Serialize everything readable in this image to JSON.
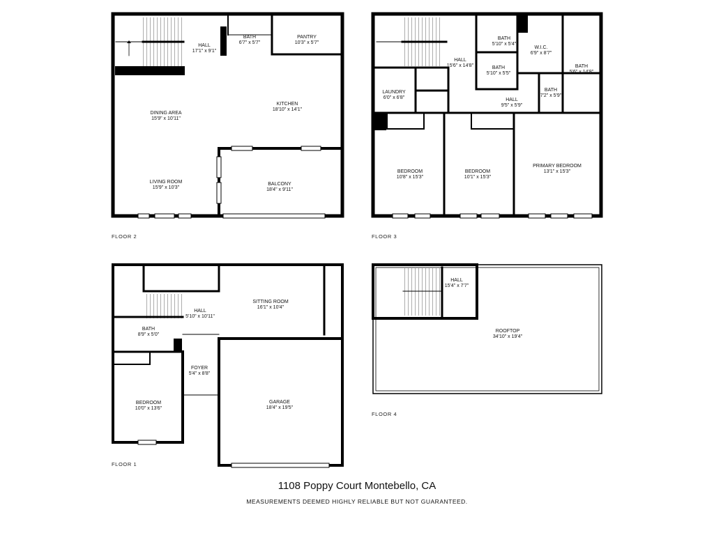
{
  "address": "1108 Poppy Court Montebello, CA",
  "disclaimer": "MEASUREMENTS DEEMED HIGHLY RELIABLE BUT NOT GUARANTEED.",
  "floors": {
    "floor2": {
      "label": "FLOOR 2",
      "rooms": [
        {
          "name": "HALL",
          "size": "17'1\" x 9'1\""
        },
        {
          "name": "BATH",
          "size": "6'7\" x 5'7\""
        },
        {
          "name": "PANTRY",
          "size": "10'3\" x 5'7\""
        },
        {
          "name": "DINING AREA",
          "size": "15'9\" x 10'11\""
        },
        {
          "name": "KITCHEN",
          "size": "18'10\" x 14'1\""
        },
        {
          "name": "LIVING ROOM",
          "size": "15'9\" x 10'3\""
        },
        {
          "name": "BALCONY",
          "size": "18'4\" x 9'11\""
        }
      ]
    },
    "floor3": {
      "label": "FLOOR 3",
      "rooms": [
        {
          "name": "HALL",
          "size": "15'6\" x 14'8\""
        },
        {
          "name": "BATH",
          "size": "5'10\" x 5'4\""
        },
        {
          "name": "W.I.C.",
          "size": "6'9\" x 8'7\""
        },
        {
          "name": "BATH",
          "size": "5'6\" x 14'8\""
        },
        {
          "name": "BATH",
          "size": "5'10\" x 5'5\""
        },
        {
          "name": "LAUNDRY",
          "size": "6'0\" x 6'8\""
        },
        {
          "name": "BATH",
          "size": "7'2\" x 5'9\""
        },
        {
          "name": "HALL",
          "size": "9'5\" x 5'9\""
        },
        {
          "name": "BEDROOM",
          "size": "10'8\" x 15'3\""
        },
        {
          "name": "BEDROOM",
          "size": "10'1\" x 15'3\""
        },
        {
          "name": "PRIMARY BEDROOM",
          "size": "13'1\" x 15'3\""
        }
      ]
    },
    "floor1": {
      "label": "FLOOR 1",
      "rooms": [
        {
          "name": "HALL",
          "size": "5'10\" x 10'11\""
        },
        {
          "name": "SITTING ROOM",
          "size": "16'1\" x 10'4\""
        },
        {
          "name": "BATH",
          "size": "8'9\" x 5'0\""
        },
        {
          "name": "FOYER",
          "size": "5'4\" x 8'8\""
        },
        {
          "name": "BEDROOM",
          "size": "10'0\" x 13'6\""
        },
        {
          "name": "GARAGE",
          "size": "18'4\" x 19'5\""
        }
      ]
    },
    "floor4": {
      "label": "FLOOR 4",
      "rooms": [
        {
          "name": "HALL",
          "size": "15'4\" x 7'7\""
        },
        {
          "name": "ROOFTOP",
          "size": "34'10\" x 19'4\""
        }
      ]
    }
  }
}
